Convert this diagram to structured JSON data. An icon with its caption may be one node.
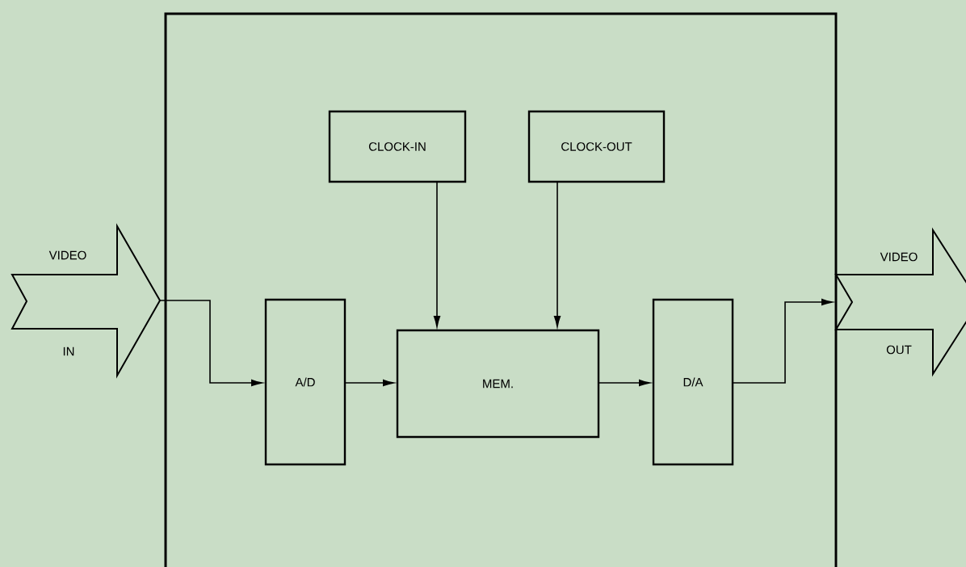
{
  "diagram": {
    "nodes": [
      {
        "text": [],
        "shape": "box"
      },
      {
        "text": [
          "VIDEO",
          "IN"
        ]
      },
      {
        "text": [
          "CLOCK-IN"
        ],
        "in": 0
      },
      {
        "text": [
          "CLOCK-OUT"
        ],
        "in": 0
      },
      {
        "text": [
          "A/D"
        ],
        "in": 0
      },
      {
        "text": [
          "MEM."
        ],
        "in": 0
      },
      {
        "text": [
          "D/A"
        ],
        "in": 0
      },
      {
        "text": [
          "VIDEO",
          "OUT"
        ]
      }
    ],
    "edges": [
      {
        "from": 1,
        "to": 4,
        "arrow": "to"
      },
      {
        "from": 4,
        "to": 5,
        "arrow": "to"
      },
      {
        "from": 2,
        "to": 5,
        "arrow": "to"
      },
      {
        "from": 3,
        "to": 5,
        "arrow": "to"
      },
      {
        "from": 5,
        "to": 6,
        "arrow": "to"
      },
      {
        "from": 6,
        "to": 7,
        "arrow": "to"
      }
    ]
  }
}
